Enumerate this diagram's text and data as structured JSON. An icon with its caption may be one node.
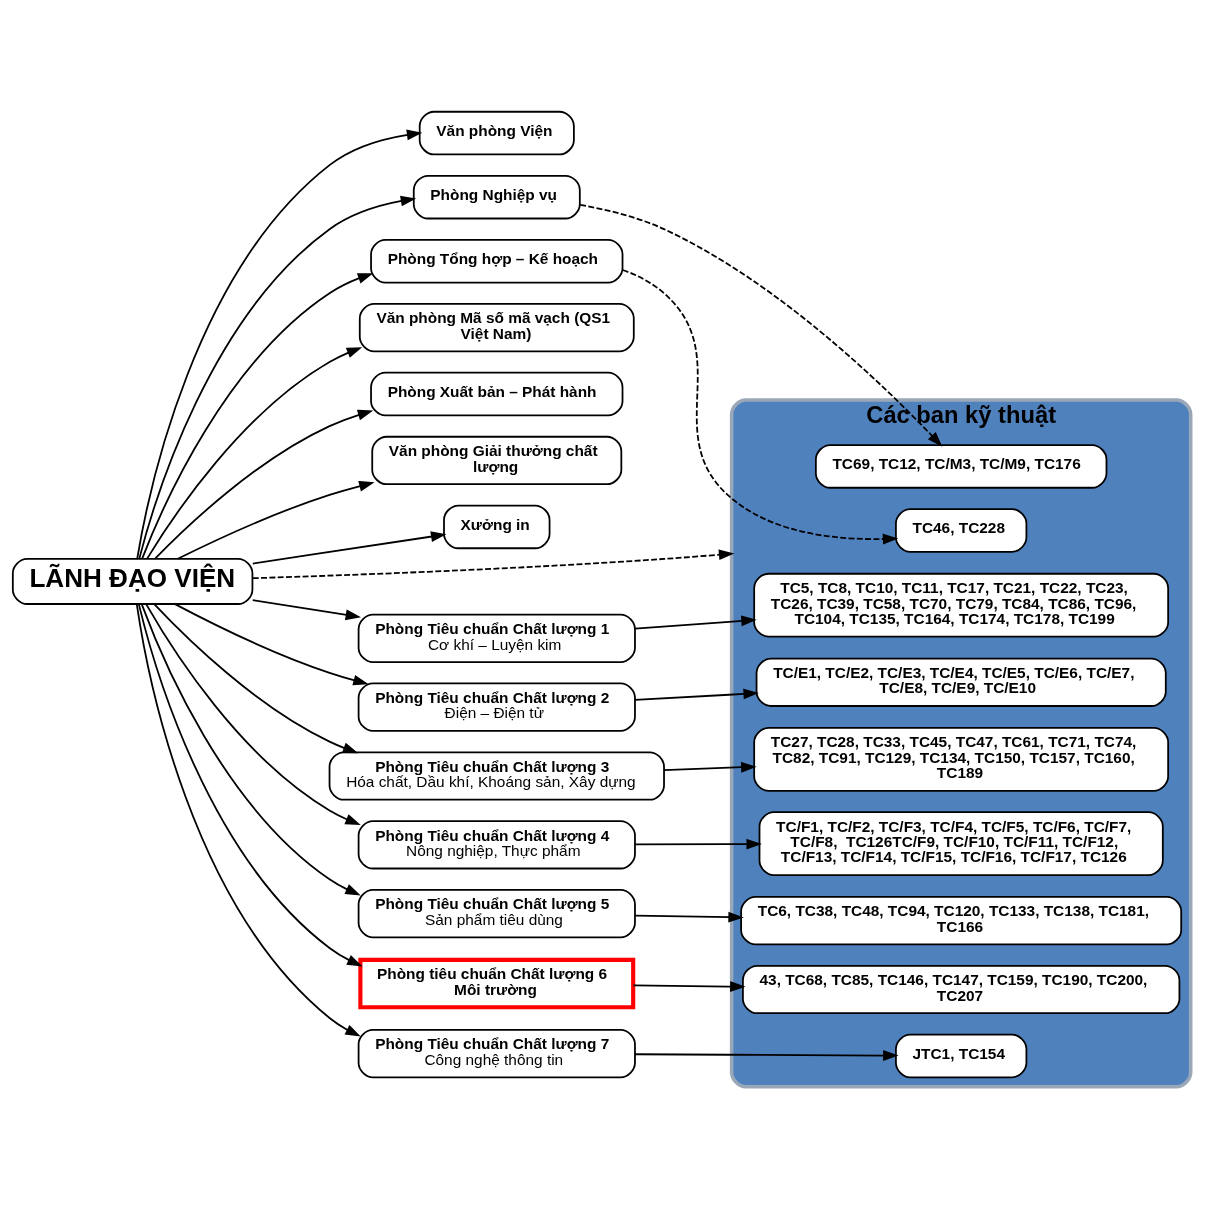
{
  "diagram": {
    "nodes": [
      {
        "text": [
          "LÃNH ĐẠO VIỆN"
        ]
      },
      {
        "text": [
          "Văn phòng Viện"
        ]
      },
      {
        "text": [
          "Phòng Tổng hợp – Kế hoạch"
        ]
      },
      {
        "text": [
          "Phòng Nghiệp vụ"
        ]
      },
      {
        "text": [
          "Văn phòng Mã số mã vạch (QS1 Việt Nam)"
        ]
      },
      {
        "text": [
          "Phòng Xuất bản – Phát hành"
        ]
      },
      {
        "text": [
          "Văn phòng Giải thưởng chất lượng"
        ]
      },
      {
        "text": [
          "Xưởng in"
        ]
      },
      {
        "text": [
          "Các ban kỹ thuật"
        ]
      },
      {
        "text": [
          "TC46, TC228"
        ],
        "in": 8
      },
      {
        "text": [
          "TC69, TC12, TC/M3, TC/M9, TC176"
        ],
        "in": 8
      },
      {
        "text": [
          "TC5, TC8, TC10, TC11, TC17, TC21, TC22, TC23, TC26, TC39, TC58, TC70, TC79, TC84, TC86, TC96, TC104, TC135, TC164, TC174, TC178, TC199"
        ],
        "in": 8
      },
      {
        "text": [
          "TC/E1, TC/E2, TC/E3, TC/E4, TC/E5, TC/E6, TC/E7, TC/E8, TC/E9, TC/E10"
        ],
        "in": 8
      },
      {
        "text": [
          "TC27, TC28, TC33, TC45, TC47, TC61, TC71, TC74, TC82, TC91, TC129, TC134, TC150, TC157, TC160, TC189"
        ],
        "in": 8
      },
      {
        "text": [
          "TC/F1, TC/F2, TC/F3, TC/F4, TC/F5, TC/F6, TC/F7, TC/F8,  TC126TC/F9, TC/F10, TC/F11, TC/F12, TC/F13, TC/F14, TC/F15, TC/F16, TC/F17, TC126"
        ],
        "in": 8
      },
      {
        "text": [
          "TC6, TC38, TC48, TC94, TC120, TC133, TC138, TC181, TC166"
        ],
        "in": 8
      },
      {
        "text": [
          "43, TC68, TC85, TC146, TC147, TC159, TC190, TC200, TC207"
        ],
        "in": 8
      },
      {
        "text": [
          "JTC1, TC154"
        ],
        "in": 8
      },
      {
        "text": [
          "Phòng Tiêu chuẩn Chất lượng 1",
          "Cơ khí – Luyện kim"
        ]
      },
      {
        "text": [
          "Phòng Tiêu chuẩn Chất lượng 2",
          "Điện – Điện tử"
        ]
      },
      {
        "text": [
          "Phòng Tiêu chuẩn Chất lượng 3",
          "Hóa chất, Dầu khí, Khoáng sản, Xây dựng"
        ]
      },
      {
        "text": [
          "Phòng Tiêu chuẩn Chất lượng 4",
          "Nông nghiệp, Thực phẩm"
        ]
      },
      {
        "text": [
          "Phòng Tiêu chuẩn Chất lượng 5",
          "Sản phẩm tiêu dùng"
        ]
      },
      {
        "text": [
          "Phòng tiêu chuẩn Chất lượng 6",
          "Môi trường"
        ]
      },
      {
        "text": [
          "Phòng Tiêu chuẩn Chất lượng 7",
          "Công nghệ thông tin"
        ]
      }
    ],
    "edges": [
      {
        "from": 0,
        "to": 1,
        "arrow": "to"
      },
      {
        "from": 0,
        "to": 2,
        "arrow": "to"
      },
      {
        "from": 0,
        "to": 3,
        "arrow": "to"
      },
      {
        "from": 0,
        "to": 4,
        "arrow": "to"
      },
      {
        "from": 0,
        "to": 5,
        "arrow": "to"
      },
      {
        "from": 0,
        "to": 6,
        "arrow": "to"
      },
      {
        "from": 0,
        "to": 7,
        "arrow": "to"
      },
      {
        "from": 0,
        "to": 8,
        "arrow": "to",
        "style": "dashed"
      },
      {
        "from": 0,
        "to": 18,
        "arrow": "to"
      },
      {
        "from": 0,
        "to": 19,
        "arrow": "to"
      },
      {
        "from": 0,
        "to": 20,
        "arrow": "to"
      },
      {
        "from": 0,
        "to": 21,
        "arrow": "to"
      },
      {
        "from": 0,
        "to": 22,
        "arrow": "to"
      },
      {
        "from": 0,
        "to": 23,
        "arrow": "to"
      },
      {
        "from": 0,
        "to": 24,
        "arrow": "to"
      },
      {
        "from": 2,
        "to": 9,
        "arrow": "to",
        "style": "dashed"
      },
      {
        "from": 3,
        "to": 10,
        "arrow": "to",
        "style": "dashed"
      },
      {
        "from": 18,
        "to": 11,
        "arrow": "to"
      },
      {
        "from": 19,
        "to": 12,
        "arrow": "to"
      },
      {
        "from": 20,
        "to": 13,
        "arrow": "to"
      },
      {
        "from": 21,
        "to": 14,
        "arrow": "to"
      },
      {
        "from": 22,
        "to": 15,
        "arrow": "to"
      },
      {
        "from": 23,
        "to": 16,
        "arrow": "to"
      },
      {
        "from": 24,
        "to": 17,
        "arrow": "to"
      }
    ]
  }
}
